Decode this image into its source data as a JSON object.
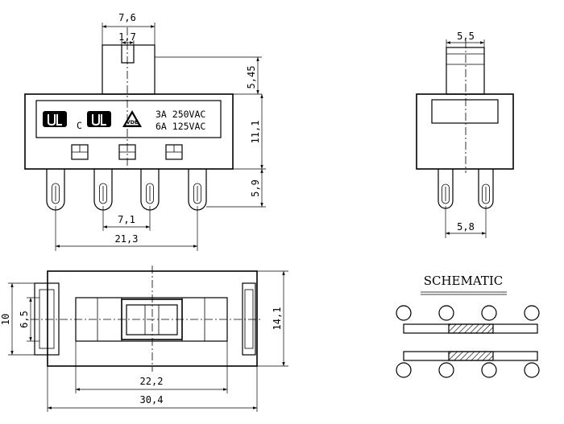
{
  "dimensions": {
    "top_width": "7,6",
    "slot_width": "1,7",
    "actuator_height": "5,45",
    "body_height": "11,1",
    "pin_height": "5,9",
    "pin_pitch": "7,1",
    "pin_span": "21,3",
    "side_actuator_width": "5,5",
    "side_pin_pitch": "5,8",
    "mount_outer": "10",
    "mount_inner": "6,5",
    "slider_travel": "22,2",
    "total_length": "30,4",
    "total_height": "14,1"
  },
  "rating": {
    "line1": "3A 250VAC",
    "line2": "6A 125VAC",
    "c_mark": "C"
  },
  "schematic": {
    "title": "SCHEMATIC"
  },
  "colors": {
    "line": "#000000",
    "background": "#ffffff",
    "hatch": "#000000"
  },
  "icons": [
    "ul-logo",
    "cul-logo",
    "vde-triangle-logo"
  ]
}
